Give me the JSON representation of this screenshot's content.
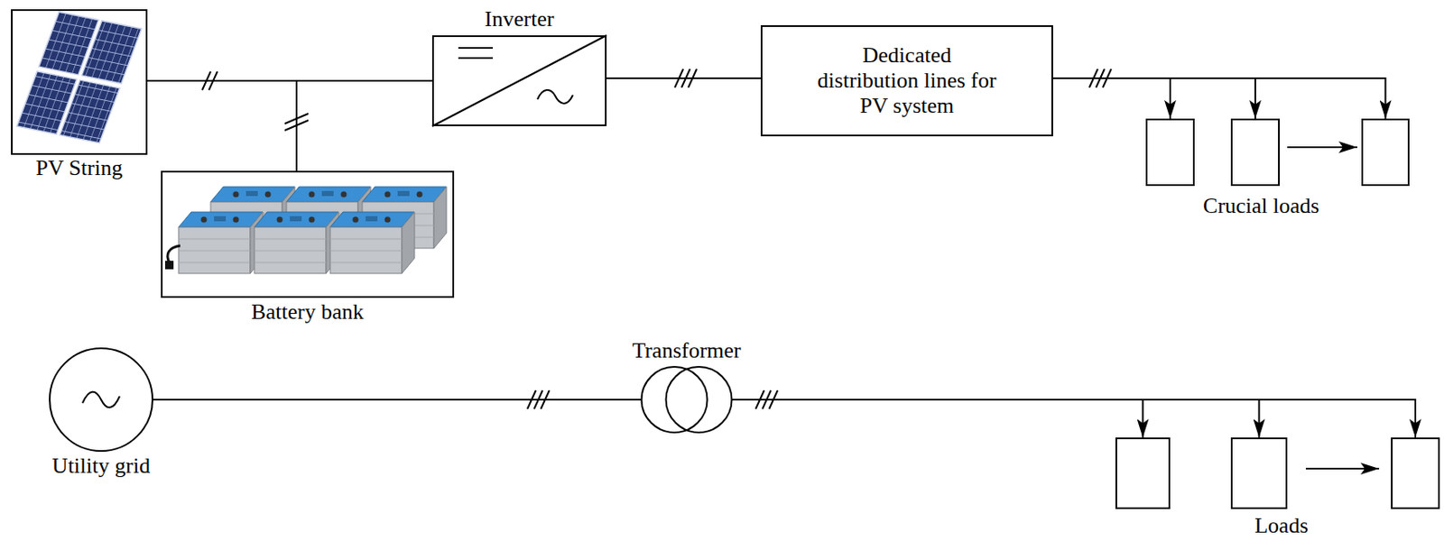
{
  "diagram": {
    "nodes": [
      {
        "text": [
          "PV String"
        ]
      },
      {
        "text": [
          "Inverter"
        ]
      },
      {
        "text": [
          "Dedicated distribution lines for PV system"
        ]
      },
      {
        "text": [
          "Crucial loads"
        ]
      },
      {
        "text": [
          "Battery bank"
        ]
      },
      {
        "text": [
          "Utility grid"
        ]
      },
      {
        "text": [
          "Transformer"
        ]
      },
      {
        "text": [
          "Loads"
        ]
      }
    ],
    "edges": [
      {
        "from": 0,
        "to": 1,
        "arrow": "none"
      },
      {
        "from": 4,
        "to": 1,
        "arrow": "none"
      },
      {
        "from": 1,
        "to": 2,
        "arrow": "none"
      },
      {
        "from": 2,
        "to": 3,
        "arrow": "to"
      },
      {
        "from": 5,
        "to": 6,
        "arrow": "none"
      },
      {
        "from": 6,
        "to": 7,
        "arrow": "to"
      }
    ]
  }
}
